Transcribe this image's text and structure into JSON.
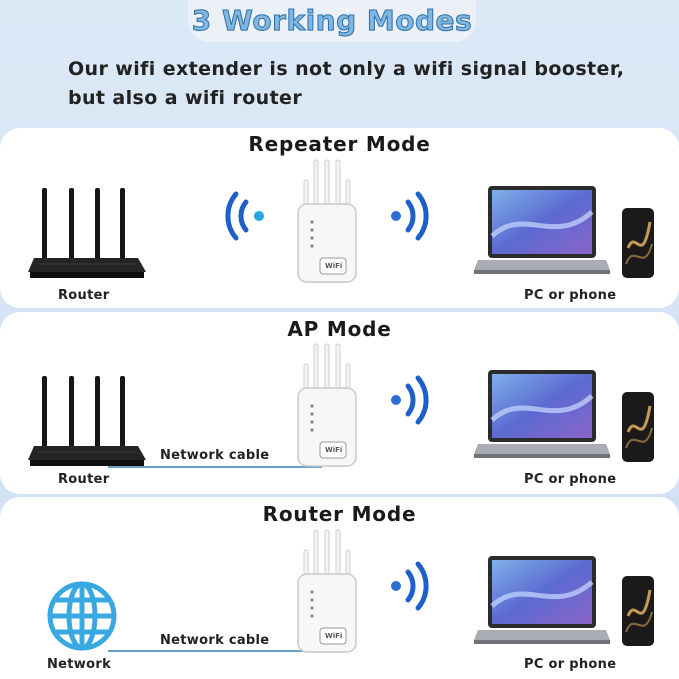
{
  "header": {
    "title": "3 Working Modes",
    "intro_line1": "Our wifi extender is not only a wifi signal booster,",
    "intro_line2": "but also a wifi router"
  },
  "modes": [
    {
      "title": "Repeater Mode",
      "left_label": "Router",
      "right_label": "PC or phone"
    },
    {
      "title": "AP Mode",
      "left_label": "Router",
      "cable_label": "Network cable",
      "right_label": "PC or phone"
    },
    {
      "title": "Router Mode",
      "left_label": "Network",
      "cable_label": "Network cable",
      "right_label": "PC or phone"
    }
  ],
  "device_badge": "WiFi",
  "colors": {
    "accent_blue": "#2b6fd6",
    "wave_blue": "#1f5fc9",
    "globe_blue": "#3aa8e0",
    "cable_blue": "#6aa0c8",
    "title_fill": "#7fb7e0"
  },
  "icons": [
    "router-icon",
    "wifi-extender-icon",
    "wifi-wave-icon",
    "laptop-icon",
    "phone-icon",
    "globe-icon"
  ]
}
